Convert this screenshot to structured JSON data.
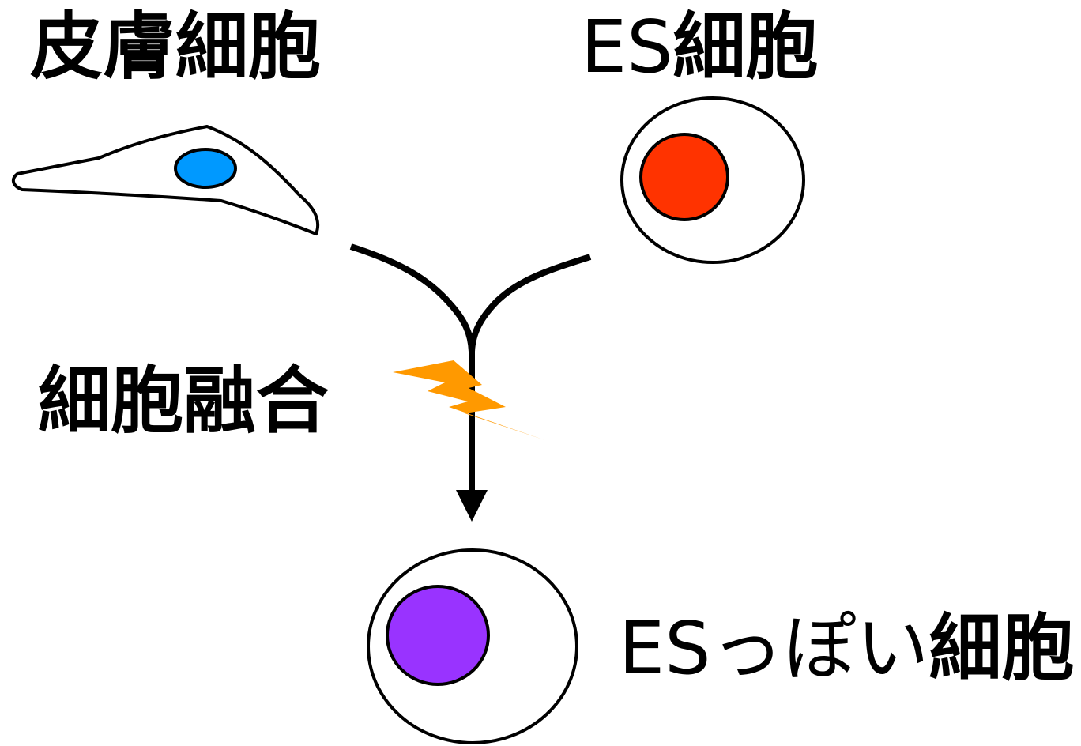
{
  "labels": {
    "skin_cell": "皮膚細胞",
    "es_prefix": "ES",
    "es_cell_suffix": "細胞",
    "fusion": "細胞融合",
    "result_prefix": "ESっぽい",
    "result_suffix": "細胞"
  },
  "colors": {
    "skin_nucleus": "#0099ff",
    "es_nucleus": "#ff3300",
    "result_nucleus": "#9933ff",
    "lightning": "#ff9900",
    "stroke": "#000000",
    "background": "#ffffff"
  },
  "icons": {
    "fusion_spark": "lightning-bolt-icon",
    "arrow": "arrow-down-icon"
  }
}
